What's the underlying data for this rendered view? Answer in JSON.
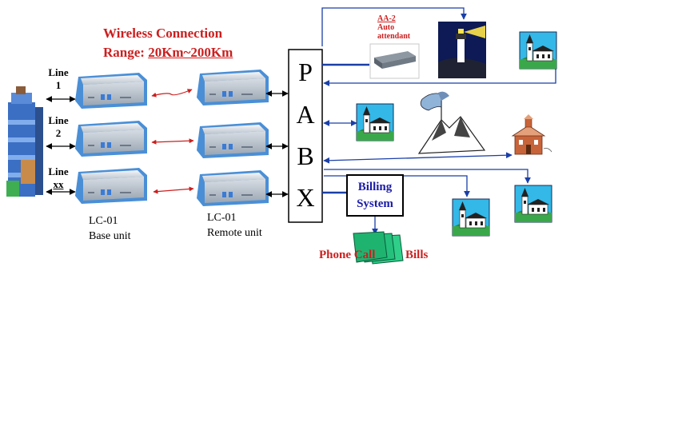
{
  "title": {
    "line1": "Wireless Connection",
    "range_prefix": "Range: ",
    "range_value": "20Km~200Km"
  },
  "lines": [
    {
      "top": "Line",
      "bottom": "1"
    },
    {
      "top": "Line",
      "bottom": "2"
    },
    {
      "top": "Line",
      "bottom": "xx"
    }
  ],
  "base_unit": {
    "model": "LC-01",
    "desc": "Base unit"
  },
  "remote_unit": {
    "model": "LC-01",
    "desc": "Remote unit"
  },
  "pabx": {
    "letters": [
      "P",
      "A",
      "B",
      "X"
    ]
  },
  "billing": {
    "line1": "Billing",
    "line2": "System"
  },
  "auto_attendant": {
    "model": "AA-2",
    "line2": "Auto",
    "line3": "attendant"
  },
  "bills": {
    "left": "Phone Call",
    "right": "Bills"
  },
  "colors": {
    "accent_red": "#cc1f1f",
    "link_blue": "#1a3fa8",
    "device_blue": "#4a8fd6"
  },
  "icons": [
    "office-building-icon",
    "modem-device-icon",
    "lighthouse-icon",
    "church-icon",
    "mountain-flag-icon",
    "schoolhouse-icon",
    "document-stack-icon"
  ]
}
